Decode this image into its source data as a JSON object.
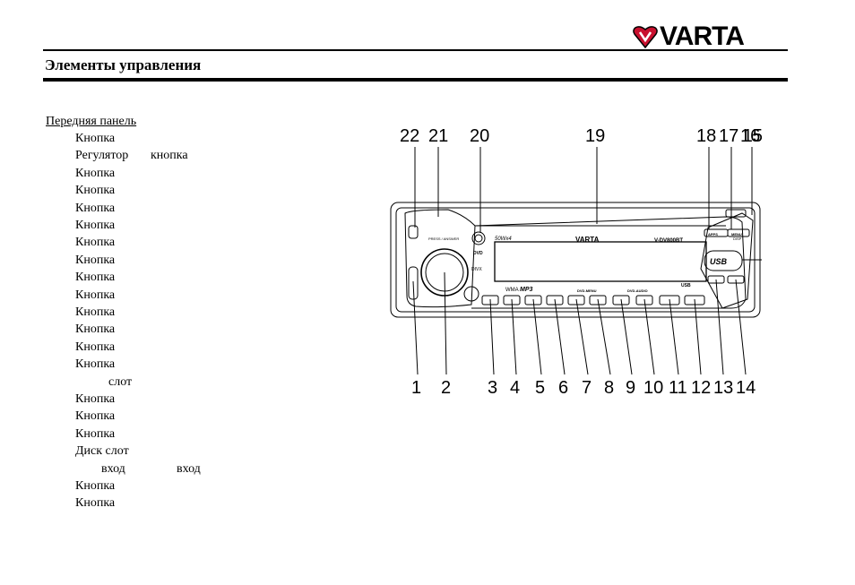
{
  "header": {
    "logo_text": "VARTA",
    "section_title": "Элементы управления"
  },
  "front_panel": {
    "title": "Передняя панель",
    "items": [
      {
        "a": "Кнопка",
        "b": ""
      },
      {
        "a": "Регулятор",
        "b": "кнопка"
      },
      {
        "a": "Кнопка",
        "b": ""
      },
      {
        "a": "Кнопка",
        "b": ""
      },
      {
        "a": "Кнопка",
        "b": ""
      },
      {
        "a": "Кнопка",
        "b": ""
      },
      {
        "a": "Кнопка",
        "b": ""
      },
      {
        "a": "Кнопка",
        "b": ""
      },
      {
        "a": "Кнопка",
        "b": ""
      },
      {
        "a": "Кнопка",
        "b": ""
      },
      {
        "a": "Кнопка",
        "b": ""
      },
      {
        "a": "Кнопка",
        "b": ""
      },
      {
        "a": "Кнопка",
        "b": ""
      },
      {
        "a": "Кнопка",
        "b": ""
      },
      {
        "a": "слот",
        "b": ""
      },
      {
        "a": "Кнопка",
        "b": ""
      },
      {
        "a": "Кнопка",
        "b": ""
      },
      {
        "a": "Кнопка",
        "b": ""
      },
      {
        "a": "Диск слот",
        "b": ""
      },
      {
        "a": "вход",
        "b": "вход"
      },
      {
        "a": "Кнопка",
        "b": ""
      },
      {
        "a": "Кнопка",
        "b": ""
      }
    ]
  },
  "figure": {
    "top_numbers": [
      "22",
      "21",
      "20",
      "19",
      "18",
      "17",
      "16",
      "15"
    ],
    "bottom_numbers": [
      "1",
      "2",
      "3",
      "4",
      "5",
      "6",
      "7",
      "8",
      "9",
      "10",
      "11",
      "12",
      "13",
      "14"
    ],
    "device_labels": {
      "brand": "VARTA",
      "model": "V-DV800BT",
      "power": "50Wx4",
      "usb": "USB",
      "dvd": "DVD",
      "divx": "DIVX",
      "mp3": "MP3",
      "wma": "WMA",
      "dvd_menu": "DVD-MENU",
      "dvd_audio": "DVD-AUDIO",
      "press_answer": "PRESS / ANSWER",
      "disp": "DISP",
      "apps": "APPS",
      "menu": "MENU"
    }
  }
}
